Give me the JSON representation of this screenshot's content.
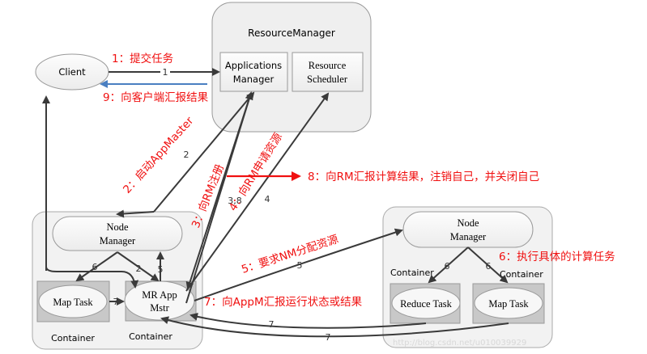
{
  "nodes": {
    "client": "Client",
    "resource_manager": "ResourceManager",
    "applications_manager": [
      "Applications",
      "Manager"
    ],
    "resource_scheduler": [
      "Resource",
      "Scheduler"
    ],
    "node_manager_left": [
      "Node",
      "Manager"
    ],
    "map_task_left": "Map Task",
    "mr_app_master": [
      "MR App",
      "Mstr"
    ],
    "container_left_1": "Container",
    "container_left_2": "Container",
    "node_manager_right": [
      "Node",
      "Manager"
    ],
    "reduce_task": "Reduce Task",
    "map_task_right": "Map Task",
    "container_right_1": "Container",
    "container_right_2": "Container"
  },
  "edge_labels": {
    "e1": "1",
    "e2": "2",
    "e2b": "2",
    "e38": "3,8",
    "e4": "4",
    "e5": "5",
    "e5b": "5",
    "e6a": "6",
    "e6b": "6",
    "e6c": "6",
    "e7a": "7",
    "e7b": "7",
    "e7c": "7"
  },
  "annotations": {
    "step1": "1：提交任务",
    "step2": "2：启动AppMaster",
    "step3": "3：向RM注册",
    "step4": "4：向RM申请资源",
    "step5": "5：要求NM分配资源",
    "step6": "6：执行具体的计算任务",
    "step7": "7：向AppM汇报运行状态或结果",
    "step8": "8：向RM汇报计算结果，注销自己，并关闭自己",
    "step9": "9：向客户端汇报结果"
  },
  "watermark": "http://blog.csdn.net/u010039929",
  "colors": {
    "annotation": "#f01010",
    "return_arrow": "#4a7fc1",
    "edge": "#3a3a3a"
  }
}
